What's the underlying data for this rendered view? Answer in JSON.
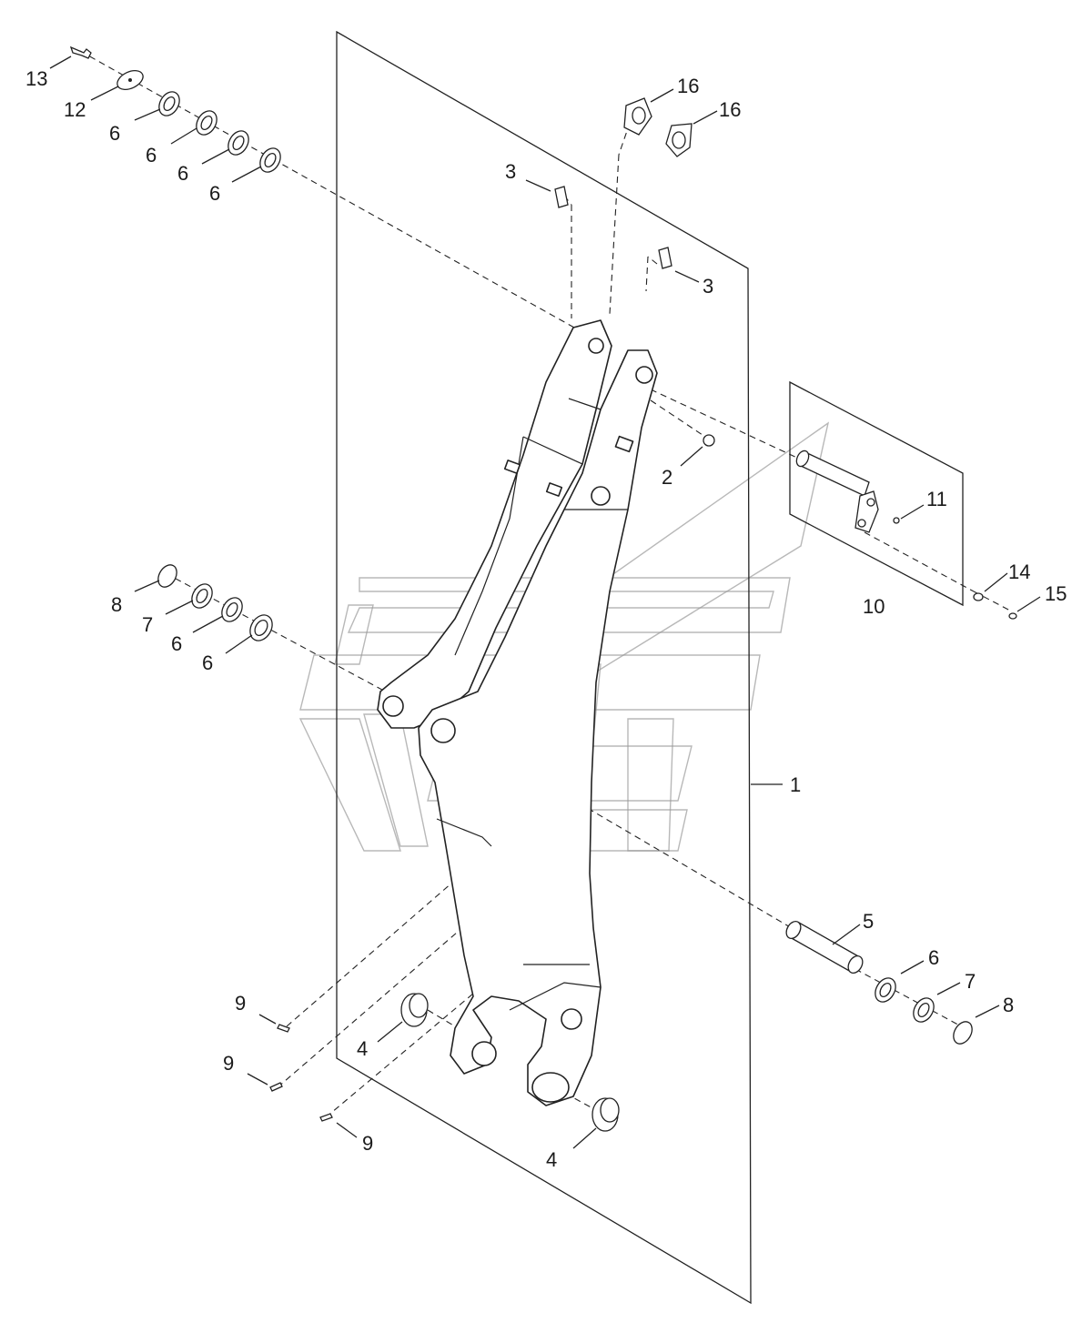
{
  "callouts": [
    {
      "id": "c13",
      "label": "13"
    },
    {
      "id": "c12",
      "label": "12"
    },
    {
      "id": "c6a",
      "label": "6"
    },
    {
      "id": "c6b",
      "label": "6"
    },
    {
      "id": "c6c",
      "label": "6"
    },
    {
      "id": "c6d",
      "label": "6"
    },
    {
      "id": "c16a",
      "label": "16"
    },
    {
      "id": "c16b",
      "label": "16"
    },
    {
      "id": "c3a",
      "label": "3"
    },
    {
      "id": "c3b",
      "label": "3"
    },
    {
      "id": "c2",
      "label": "2"
    },
    {
      "id": "c11",
      "label": "11"
    },
    {
      "id": "c10",
      "label": "10"
    },
    {
      "id": "c14",
      "label": "14"
    },
    {
      "id": "c15",
      "label": "15"
    },
    {
      "id": "c8a",
      "label": "8"
    },
    {
      "id": "c7a",
      "label": "7"
    },
    {
      "id": "c6e",
      "label": "6"
    },
    {
      "id": "c6f",
      "label": "6"
    },
    {
      "id": "c1",
      "label": "1"
    },
    {
      "id": "c5",
      "label": "5"
    },
    {
      "id": "c6g",
      "label": "6"
    },
    {
      "id": "c7b",
      "label": "7"
    },
    {
      "id": "c8b",
      "label": "8"
    },
    {
      "id": "c9a",
      "label": "9"
    },
    {
      "id": "c9b",
      "label": "9"
    },
    {
      "id": "c9c",
      "label": "9"
    },
    {
      "id": "c4a",
      "label": "4"
    },
    {
      "id": "c4b",
      "label": "4"
    }
  ]
}
